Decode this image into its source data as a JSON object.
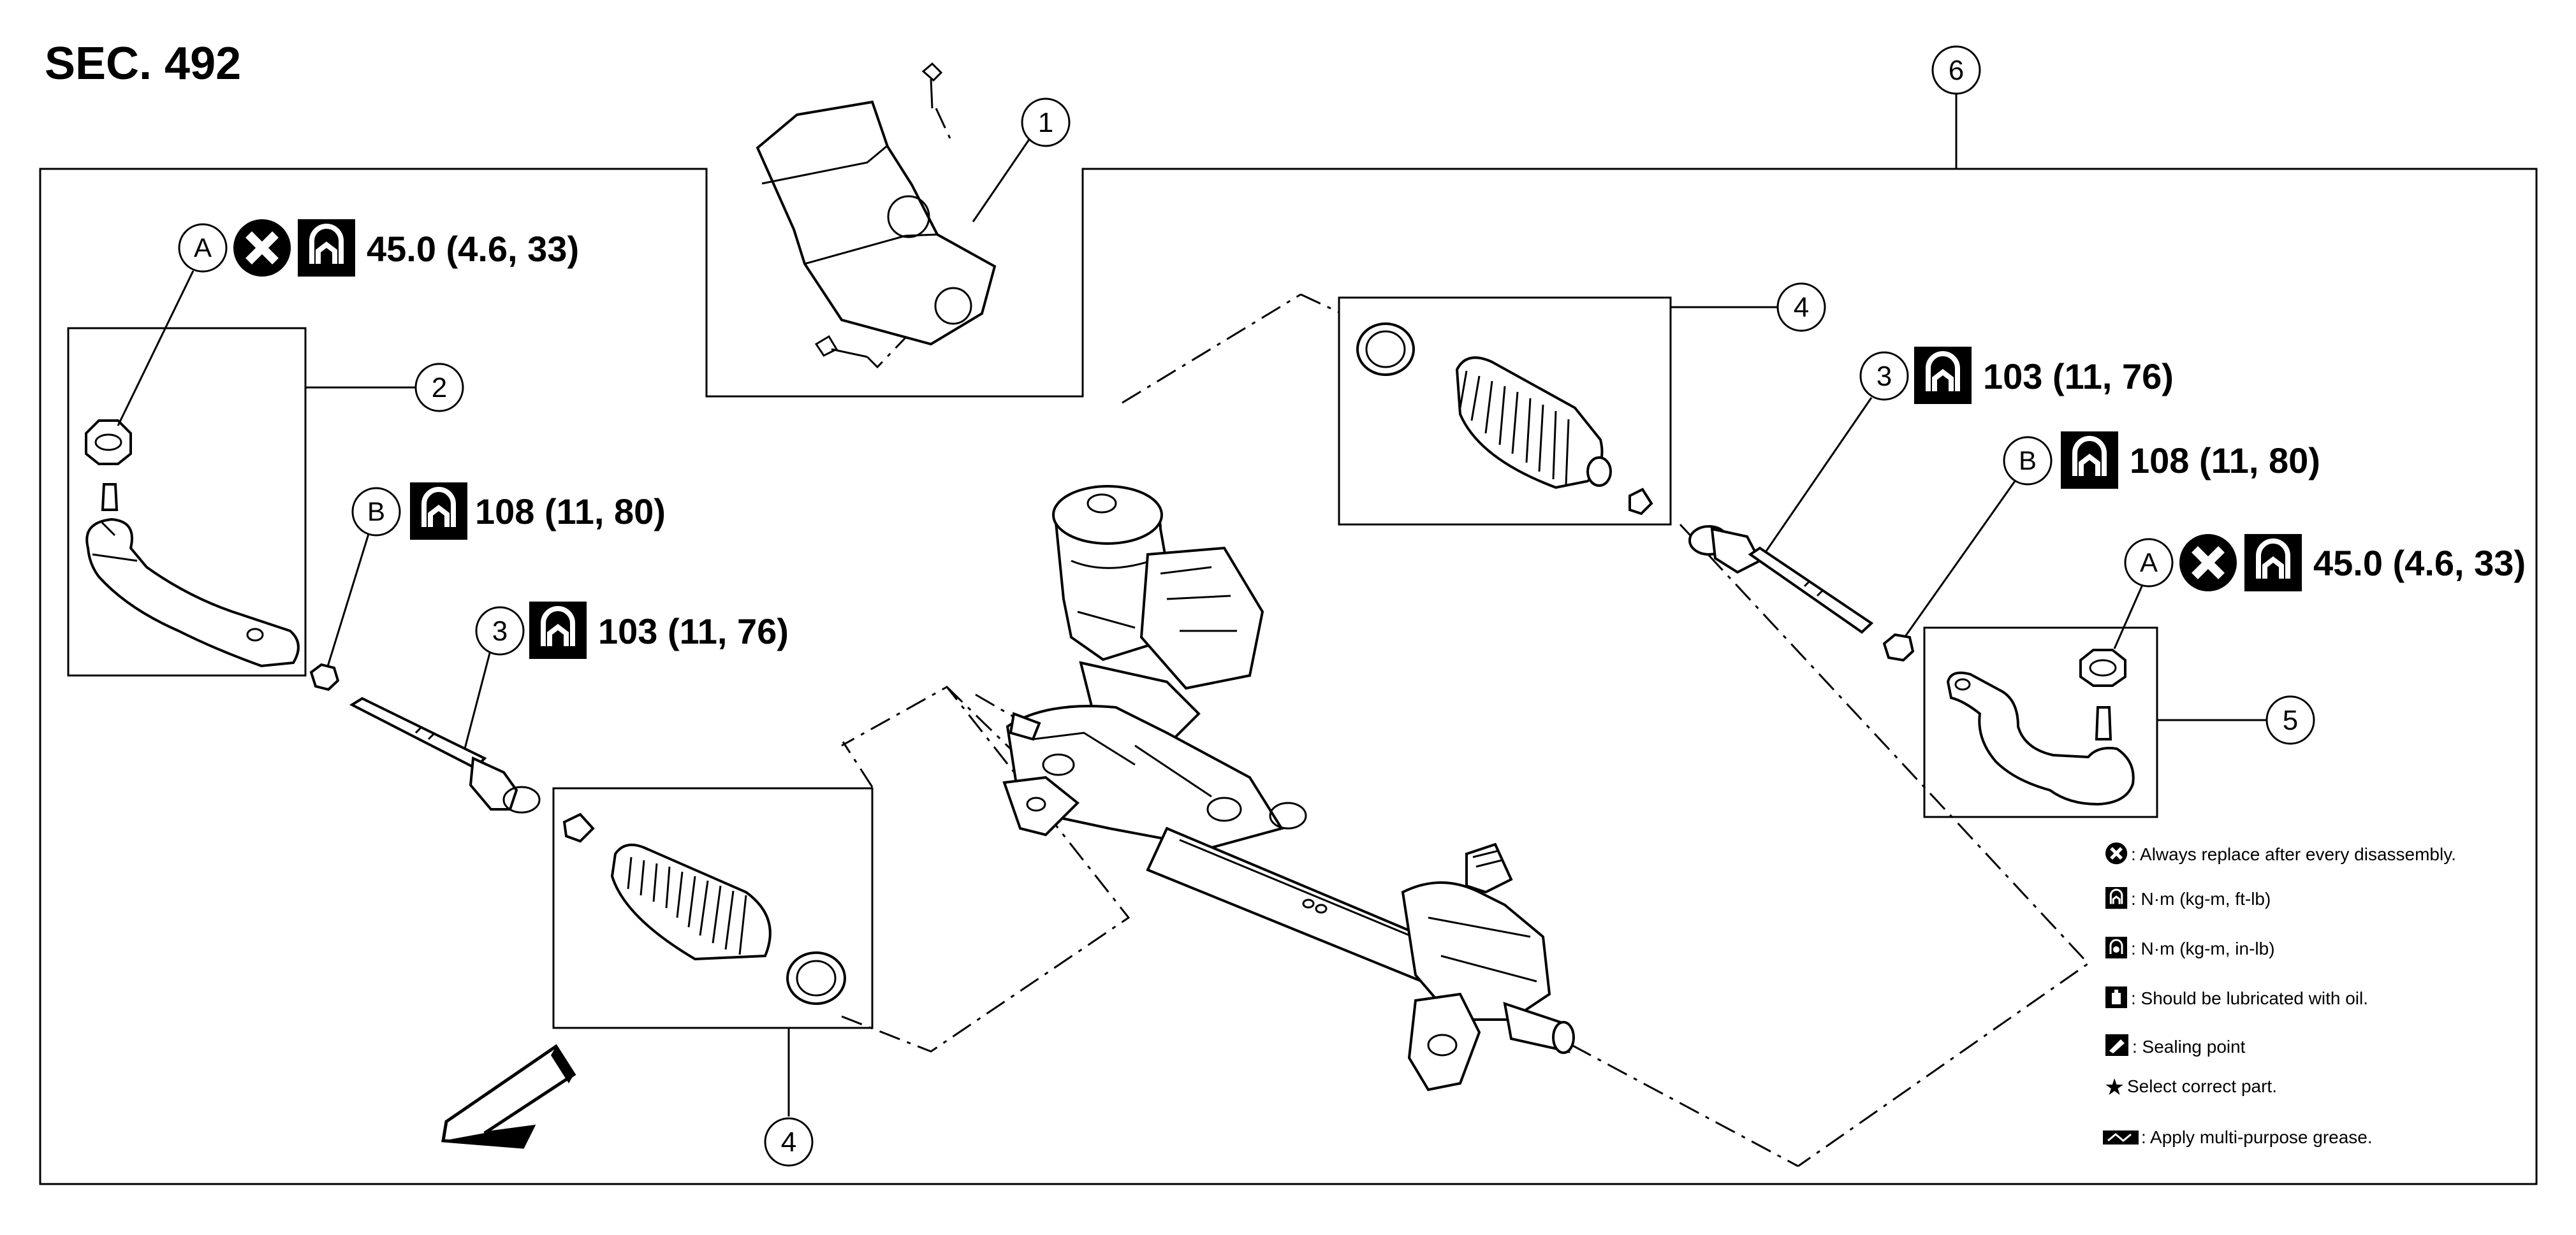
{
  "section_title": "SEC. 492",
  "callout_numbers": {
    "c1": "1",
    "c2": "2",
    "c3_left": "3",
    "c3_right": "3",
    "c4_top": "4",
    "c4_bottom": "4",
    "c5": "5",
    "c6": "6"
  },
  "letter_labels": {
    "a_left": "A",
    "a_right": "A",
    "b_left": "B",
    "b_right": "B"
  },
  "torque_specs": {
    "a_left": "45.0 (4.6, 33)",
    "a_right": "45.0 (4.6, 33)",
    "b_left": "108 (11, 80)",
    "b_right": "108 (11, 80)",
    "inner_left": "103 (11, 76)",
    "inner_right": "103 (11, 76)"
  },
  "legend": {
    "replace": ": Always replace after every disassembly.",
    "nm_ftlb": ": N·m (kg-m, ft-lb)",
    "nm_inlb": ": N·m (kg-m, in-lb)",
    "oil": ": Should be lubricated with oil.",
    "sealing": ": Sealing point",
    "select": "Select correct part.",
    "grease": ": Apply multi-purpose grease."
  },
  "icons": [
    "replace-icon",
    "torque-wrench-icon",
    "torque-wrench-inlb-icon",
    "oil-can-icon",
    "sealing-icon",
    "star-icon",
    "grease-icon",
    "front-arrow-icon"
  ],
  "colors": {
    "line": "#000000",
    "background": "#ffffff"
  }
}
